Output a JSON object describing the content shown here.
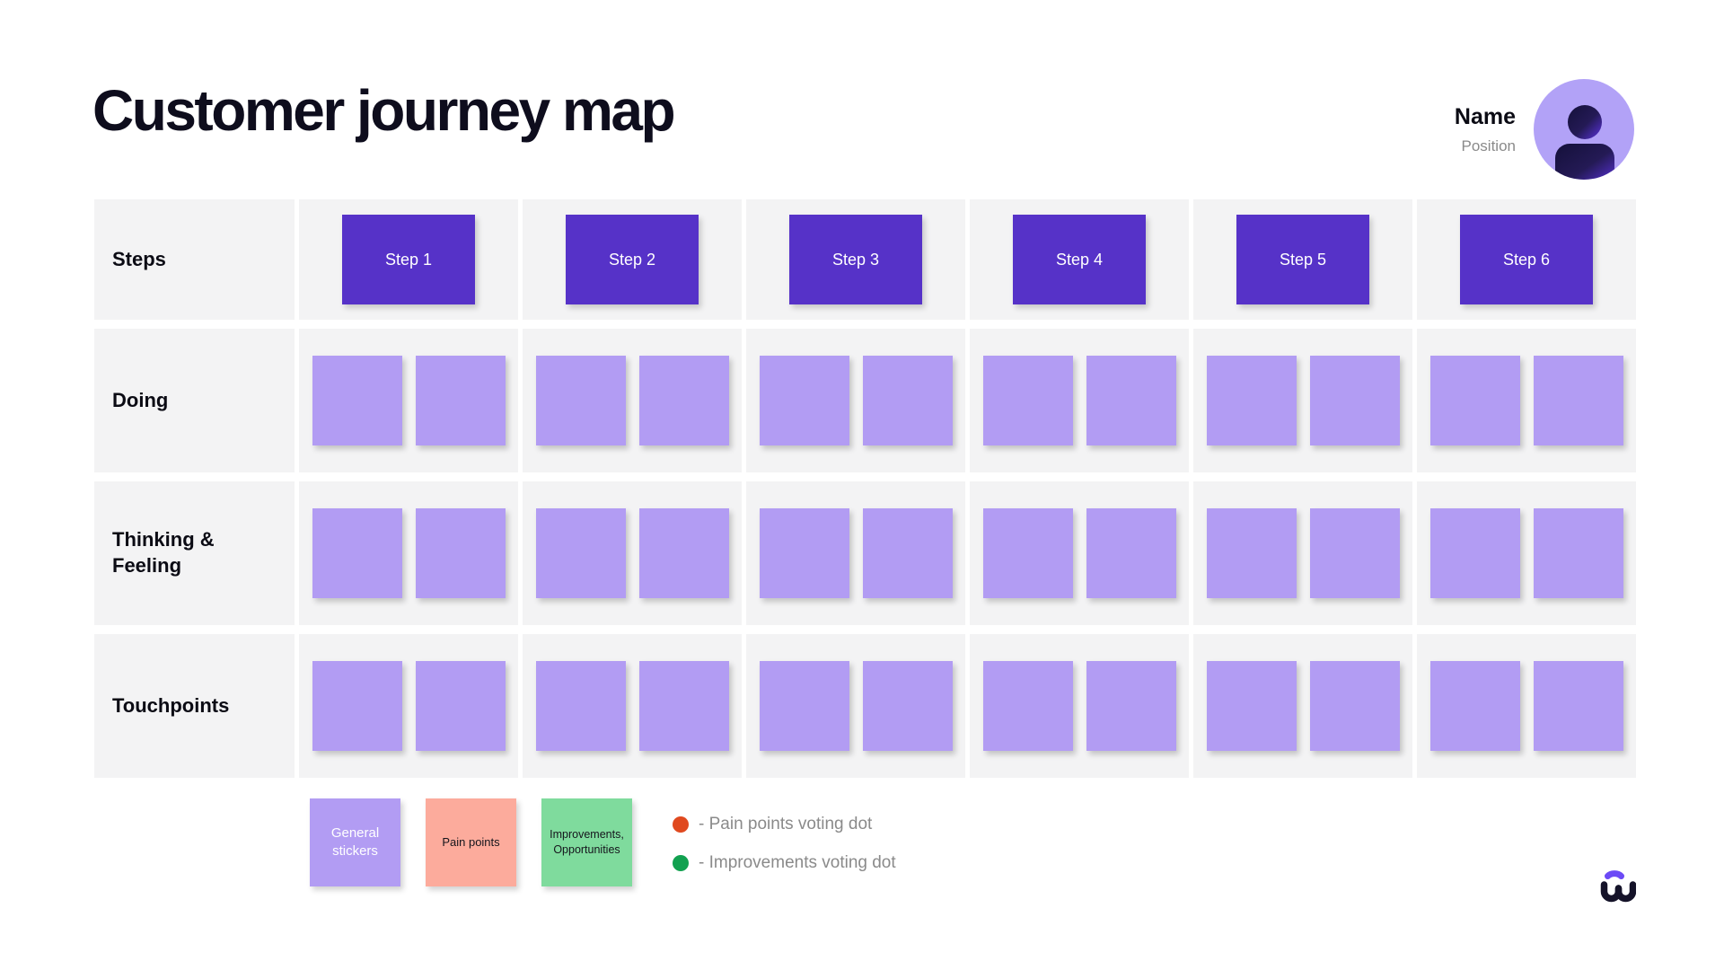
{
  "title": "Customer journey map",
  "profile": {
    "name": "Name",
    "position": "Position"
  },
  "board": {
    "row_labels": {
      "steps": "Steps",
      "doing": "Doing",
      "thinking": "Thinking & Feeling",
      "touchpoints": "Touchpoints"
    },
    "steps": {
      "labels": [
        "Step 1",
        "Step 2",
        "Step 3",
        "Step 4",
        "Step 5",
        "Step 6"
      ]
    },
    "columns": 6,
    "stickies_per_cell": 2
  },
  "legend": {
    "stickers": {
      "general": "General stickers",
      "pain": "Pain points",
      "improvements": "Improvements, Opportunities"
    },
    "voting": {
      "pain": "- Pain points voting dot",
      "improvements": "- Improvements voting dot"
    }
  },
  "colors": {
    "step_button": "#5632C8",
    "general_sticky": "#B29CF3",
    "pain_sticky": "#FCAB9C",
    "improvements_sticky": "#7FDB9D",
    "pain_dot": "#E0491F",
    "improvements_dot": "#12A150",
    "cell_background": "#F3F3F4",
    "avatar_background": "#B2A2F7",
    "brand_purple": "#6C4AF6",
    "brand_dark": "#151329",
    "title_text": "#0E0D1D",
    "muted_text": "#8A8A8A"
  },
  "icons": {
    "avatar": "person-icon",
    "logo": "brand-logo"
  }
}
